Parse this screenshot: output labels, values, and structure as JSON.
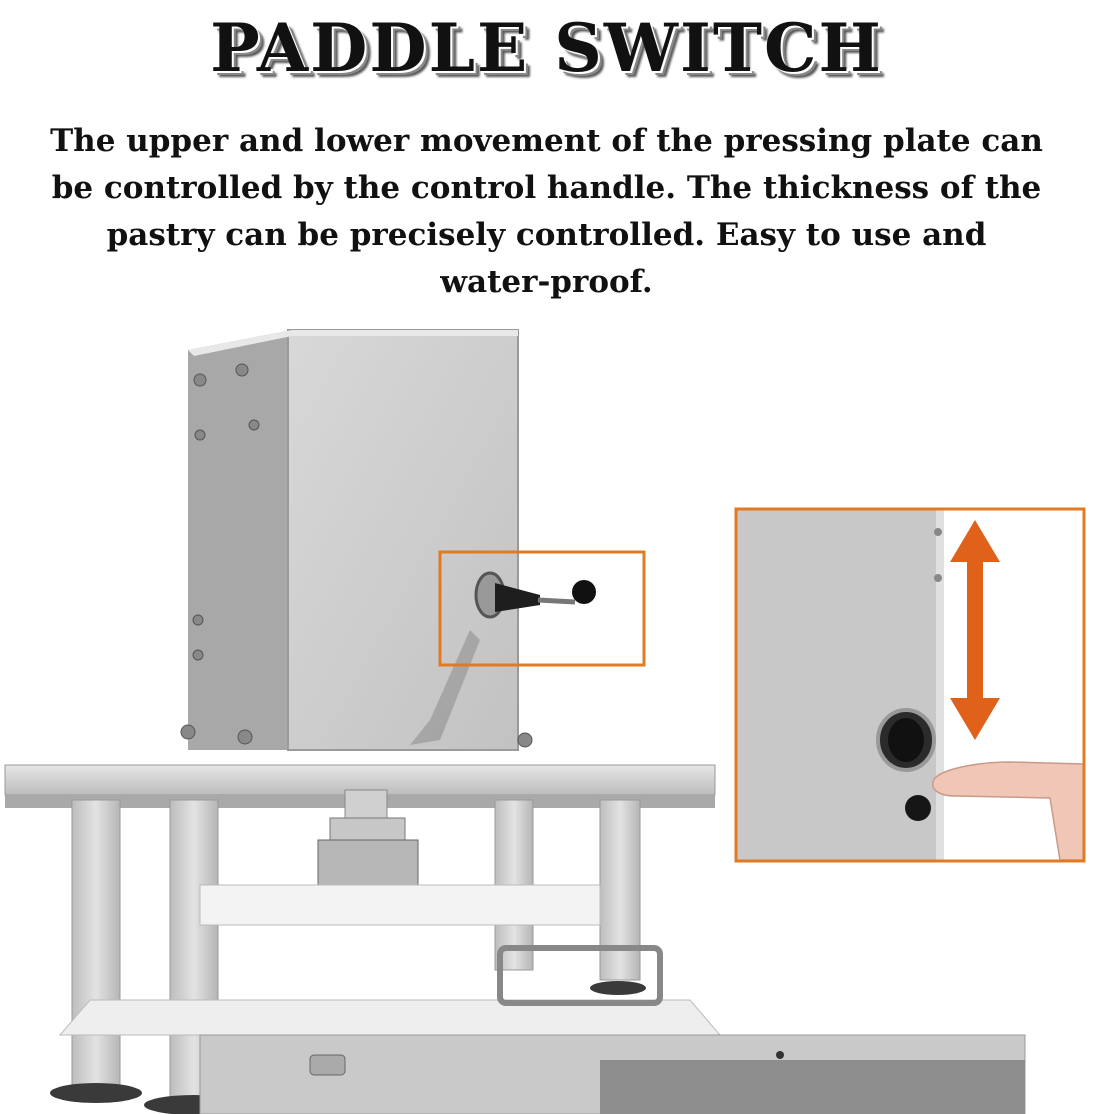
{
  "title": "PADDLE SWITCH",
  "description": {
    "lines": [
      "The upper and lower movement of the pressing plate can",
      "be controlled by the control handle. The thickness of the",
      "pastry can be precisely controlled. Easy to use and",
      "water-proof."
    ]
  },
  "colors": {
    "highlight": "#e07b24",
    "arrow": "#e0611a",
    "steel": "#cfcfcf",
    "text": "#111111"
  },
  "icons": {
    "arrow": "double-vertical-arrow-icon",
    "handle": "joystick-handle-icon"
  }
}
